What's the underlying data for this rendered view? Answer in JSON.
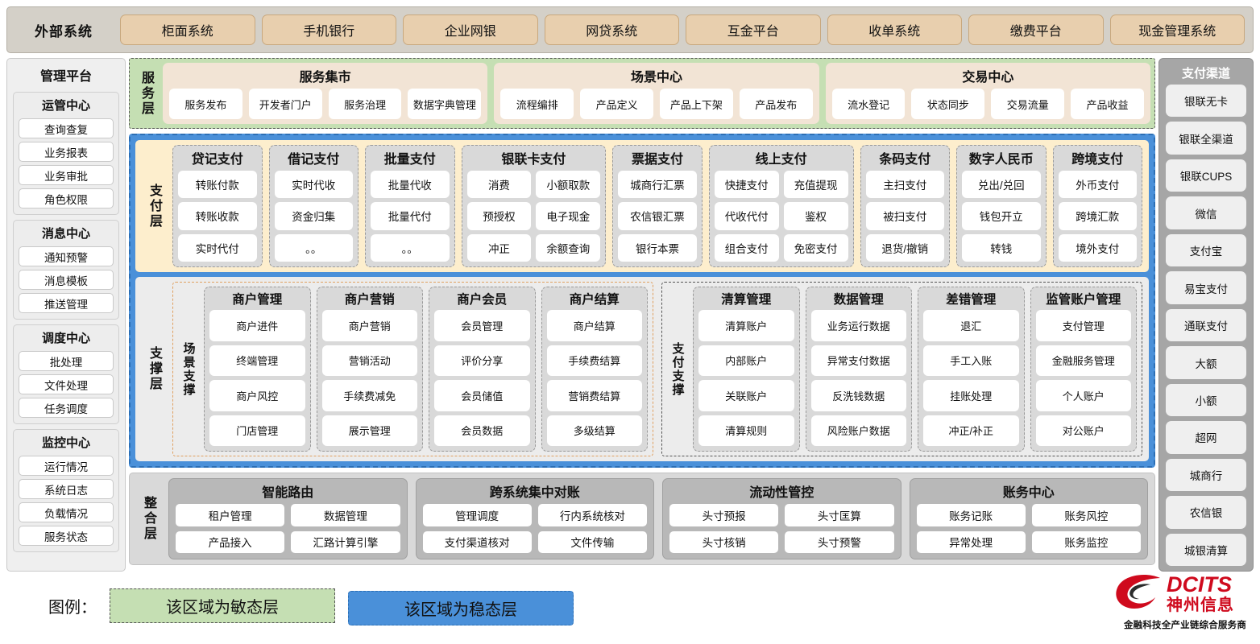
{
  "external": {
    "title": "外部系统",
    "items": [
      "柜面系统",
      "手机银行",
      "企业网银",
      "网贷系统",
      "互金平台",
      "收单系统",
      "缴费平台",
      "现金管理系统"
    ]
  },
  "management": {
    "title": "管理平台",
    "groups": [
      {
        "title": "运管中心",
        "items": [
          "查询查复",
          "业务报表",
          "业务审批",
          "角色权限"
        ]
      },
      {
        "title": "消息中心",
        "items": [
          "通知预警",
          "消息模板",
          "推送管理"
        ]
      },
      {
        "title": "调度中心",
        "items": [
          "批处理",
          "文件处理",
          "任务调度"
        ]
      },
      {
        "title": "监控中心",
        "items": [
          "运行情况",
          "系统日志",
          "负载情况",
          "服务状态"
        ]
      }
    ]
  },
  "channels": {
    "title": "支付渠道",
    "items": [
      "银联无卡",
      "银联全渠道",
      "银联CUPS",
      "微信",
      "支付宝",
      "易宝支付",
      "通联支付",
      "大额",
      "小额",
      "超网",
      "城商行",
      "农信银",
      "城银清算"
    ]
  },
  "service_layer": {
    "title": "服务层",
    "cards": [
      {
        "title": "服务集市",
        "items": [
          "服务发布",
          "开发者门户",
          "服务治理",
          "数据字典管理"
        ]
      },
      {
        "title": "场景中心",
        "items": [
          "流程编排",
          "产品定义",
          "产品上下架",
          "产品发布"
        ]
      },
      {
        "title": "交易中心",
        "items": [
          "流水登记",
          "状态同步",
          "交易流量",
          "产品收益"
        ]
      }
    ]
  },
  "payment_layer": {
    "title": "支付层",
    "groups": [
      {
        "title": "贷记支付",
        "cols": 1,
        "items": [
          "转账付款",
          "转账收款",
          "实时代付"
        ]
      },
      {
        "title": "借记支付",
        "cols": 1,
        "items": [
          "实时代收",
          "资金归集",
          "。。"
        ]
      },
      {
        "title": "批量支付",
        "cols": 1,
        "items": [
          "批量代收",
          "批量代付",
          "。。"
        ]
      },
      {
        "title": "银联卡支付",
        "cols": 2,
        "items": [
          "消费",
          "小额取款",
          "预授权",
          "电子现金",
          "冲正",
          "余额查询"
        ]
      },
      {
        "title": "票据支付",
        "cols": 1,
        "items": [
          "城商行汇票",
          "农信银汇票",
          "银行本票"
        ]
      },
      {
        "title": "线上支付",
        "cols": 2,
        "items": [
          "快捷支付",
          "充值提现",
          "代收代付",
          "鉴权",
          "组合支付",
          "免密支付"
        ]
      },
      {
        "title": "条码支付",
        "cols": 1,
        "items": [
          "主扫支付",
          "被扫支付",
          "退货/撤销"
        ]
      },
      {
        "title": "数字人民币",
        "cols": 1,
        "items": [
          "兑出/兑回",
          "钱包开立",
          "转钱"
        ]
      },
      {
        "title": "跨境支付",
        "cols": 1,
        "items": [
          "外币支付",
          "跨境汇款",
          "境外支付"
        ]
      }
    ]
  },
  "support_layer": {
    "title": "支撑层",
    "blocks": [
      {
        "title": "场景支撑",
        "groups": [
          {
            "title": "商户管理",
            "items": [
              "商户进件",
              "终端管理",
              "商户风控",
              "门店管理"
            ]
          },
          {
            "title": "商户营销",
            "items": [
              "商户营销",
              "营销活动",
              "手续费减免",
              "展示管理"
            ]
          },
          {
            "title": "商户会员",
            "items": [
              "会员管理",
              "评价分享",
              "会员储值",
              "会员数据"
            ]
          },
          {
            "title": "商户结算",
            "items": [
              "商户结算",
              "手续费结算",
              "营销费结算",
              "多级结算"
            ]
          }
        ]
      },
      {
        "title": "支付支撑",
        "groups": [
          {
            "title": "清算管理",
            "items": [
              "清算账户",
              "内部账户",
              "关联账户",
              "清算规则"
            ]
          },
          {
            "title": "数据管理",
            "items": [
              "业务运行数据",
              "异常支付数据",
              "反洗钱数据",
              "风险账户数据"
            ]
          },
          {
            "title": "差错管理",
            "items": [
              "退汇",
              "手工入账",
              "挂账处理",
              "冲正/补正"
            ]
          },
          {
            "title": "监管账户管理",
            "items": [
              "支付管理",
              "金融服务管理",
              "个人账户",
              "对公账户"
            ]
          }
        ]
      }
    ]
  },
  "integration_layer": {
    "title": "整合层",
    "cards": [
      {
        "title": "智能路由",
        "items": [
          "租户管理",
          "数据管理",
          "产品接入",
          "汇路计算引擎"
        ]
      },
      {
        "title": "跨系统集中对账",
        "items": [
          "管理调度",
          "行内系统核对",
          "支付渠道核对",
          "文件传输"
        ]
      },
      {
        "title": "流动性管控",
        "items": [
          "头寸预报",
          "头寸匡算",
          "头寸核销",
          "头寸预警"
        ]
      },
      {
        "title": "账务中心",
        "items": [
          "账务记账",
          "账务风控",
          "异常处理",
          "账务监控"
        ]
      }
    ]
  },
  "legend": {
    "label": "图例：",
    "agile": "该区域为敏态层",
    "stable": "该区域为稳态层",
    "agile_color": "#c5dfb3",
    "stable_color": "#4a90d9"
  },
  "logo": {
    "en": "DCITS",
    "cn": "神州信息",
    "tagline": "金融科技全产业链综合服务商",
    "color": "#cf0a1d"
  }
}
